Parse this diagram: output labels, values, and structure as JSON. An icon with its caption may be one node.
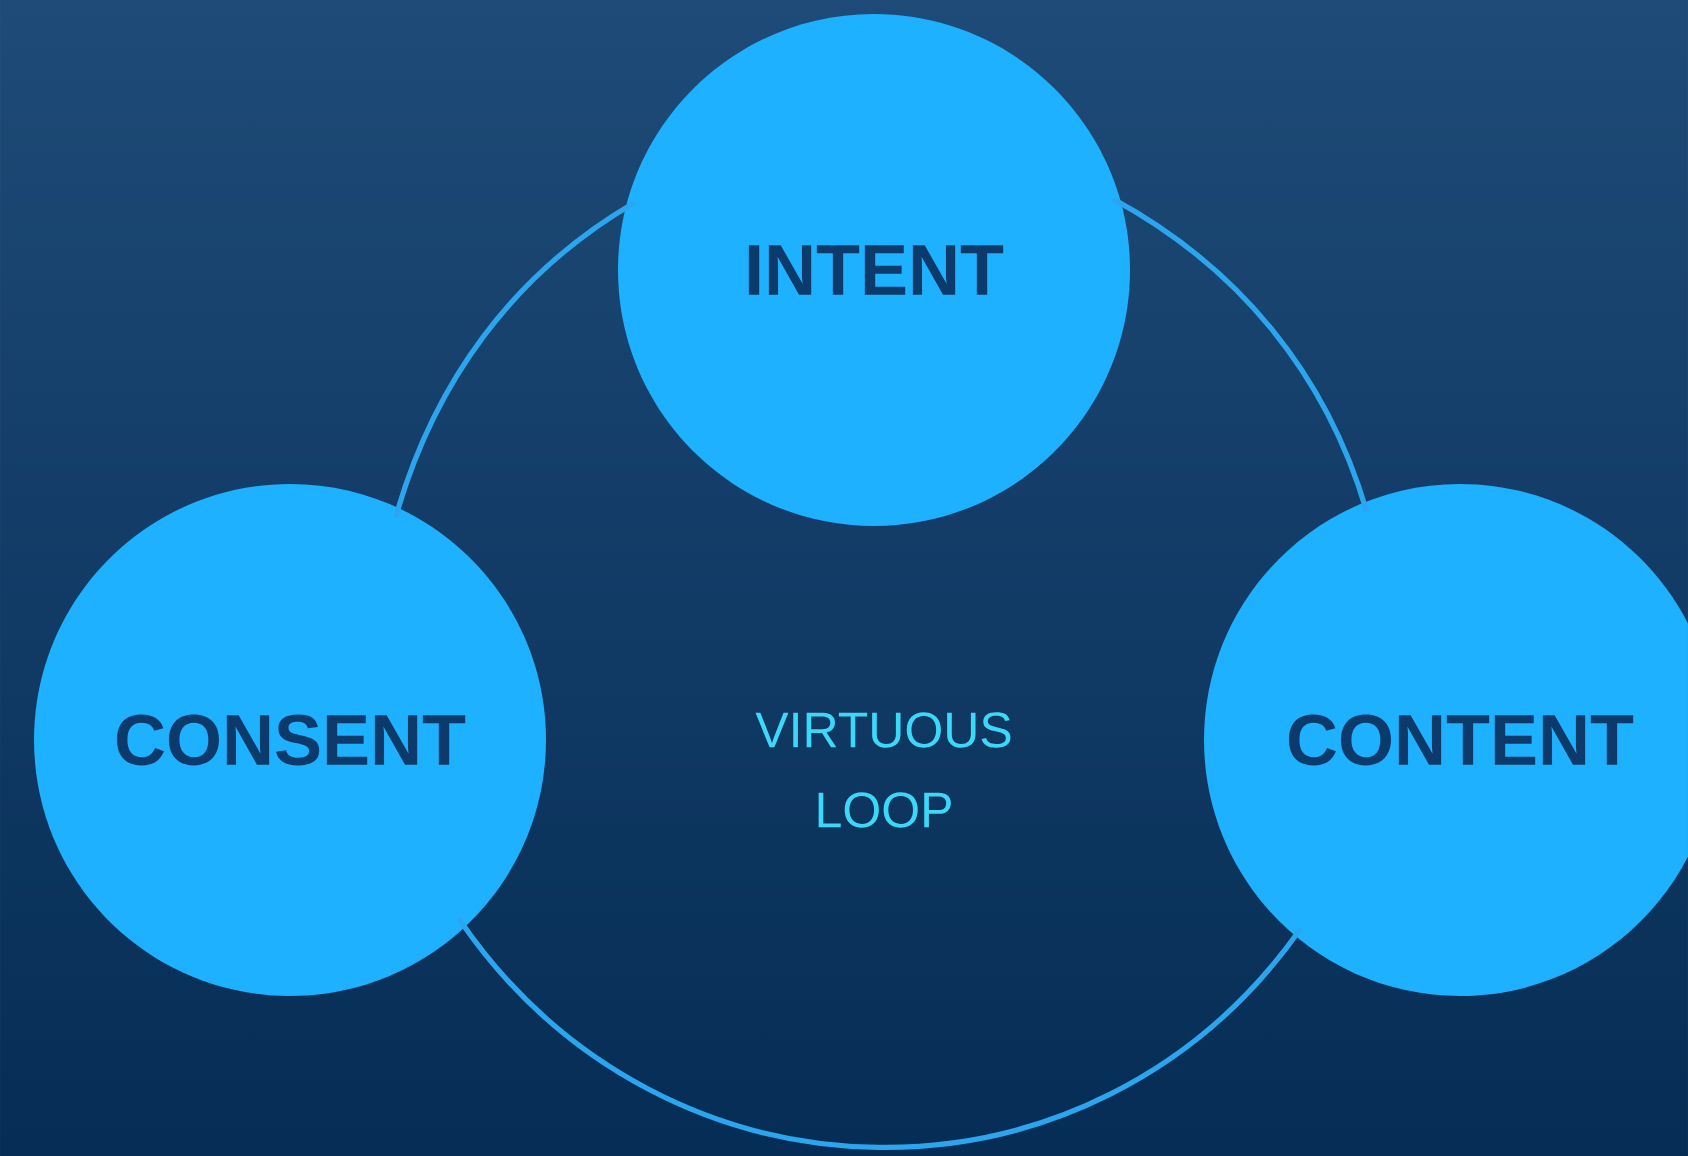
{
  "diagram": {
    "nodes": [
      {
        "text": [
          "INTENT"
        ]
      },
      {
        "text": [
          "CONSENT"
        ]
      },
      {
        "text": [
          "CONTENT"
        ]
      }
    ],
    "edges": [
      {
        "from": 0,
        "to": 2,
        "arrow": "none"
      },
      {
        "from": 2,
        "to": 1,
        "arrow": "none"
      },
      {
        "from": 1,
        "to": 0,
        "arrow": "none"
      }
    ],
    "labels": [
      "VIRTUOUS LOOP"
    ]
  }
}
